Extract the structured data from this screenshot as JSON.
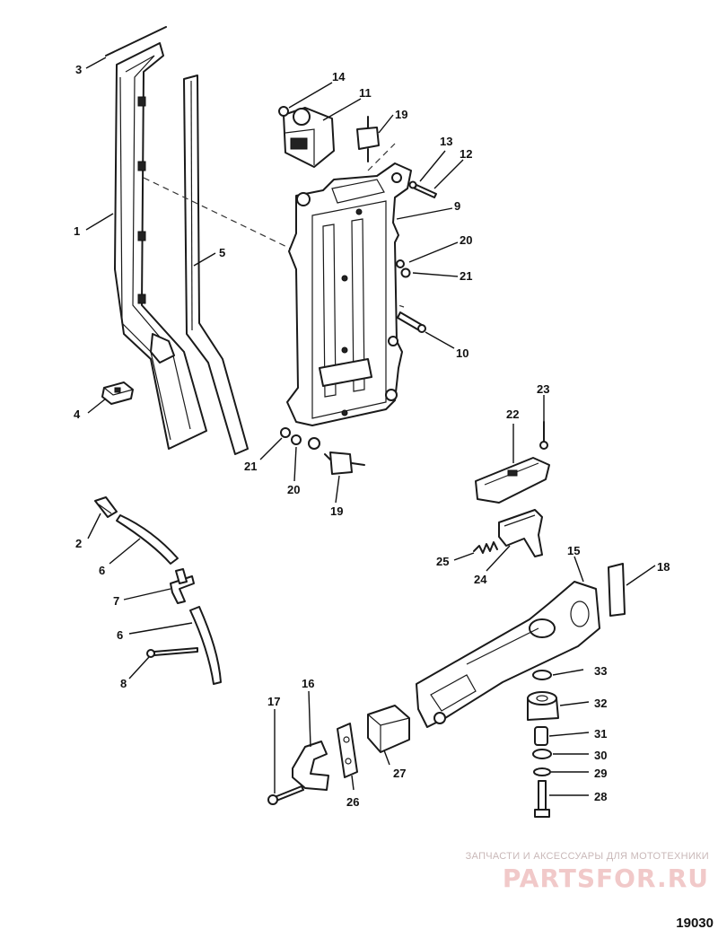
{
  "figure": {
    "number": "19030"
  },
  "watermark": {
    "caption": "ЗАПЧАСТИ И АКСЕССУАРЫ ДЛЯ МОТОТЕХНИКИ",
    "logo": "PARTSFOR.RU"
  },
  "callouts": {
    "c1": "1",
    "c2": "2",
    "c3": "3",
    "c4": "4",
    "c5": "5",
    "c6a": "6",
    "c6b": "6",
    "c7": "7",
    "c8": "8",
    "c9": "9",
    "c10": "10",
    "c11": "11",
    "c12": "12",
    "c13": "13",
    "c14": "14",
    "c15": "15",
    "c16": "16",
    "c17": "17",
    "c18": "18",
    "c19a": "19",
    "c19b": "19",
    "c20a": "20",
    "c20b": "20",
    "c21a": "21",
    "c21b": "21",
    "c22": "22",
    "c23": "23",
    "c24": "24",
    "c25": "25",
    "c26": "26",
    "c27": "27",
    "c28": "28",
    "c29": "29",
    "c30": "30",
    "c31": "31",
    "c32": "32",
    "c33": "33"
  }
}
